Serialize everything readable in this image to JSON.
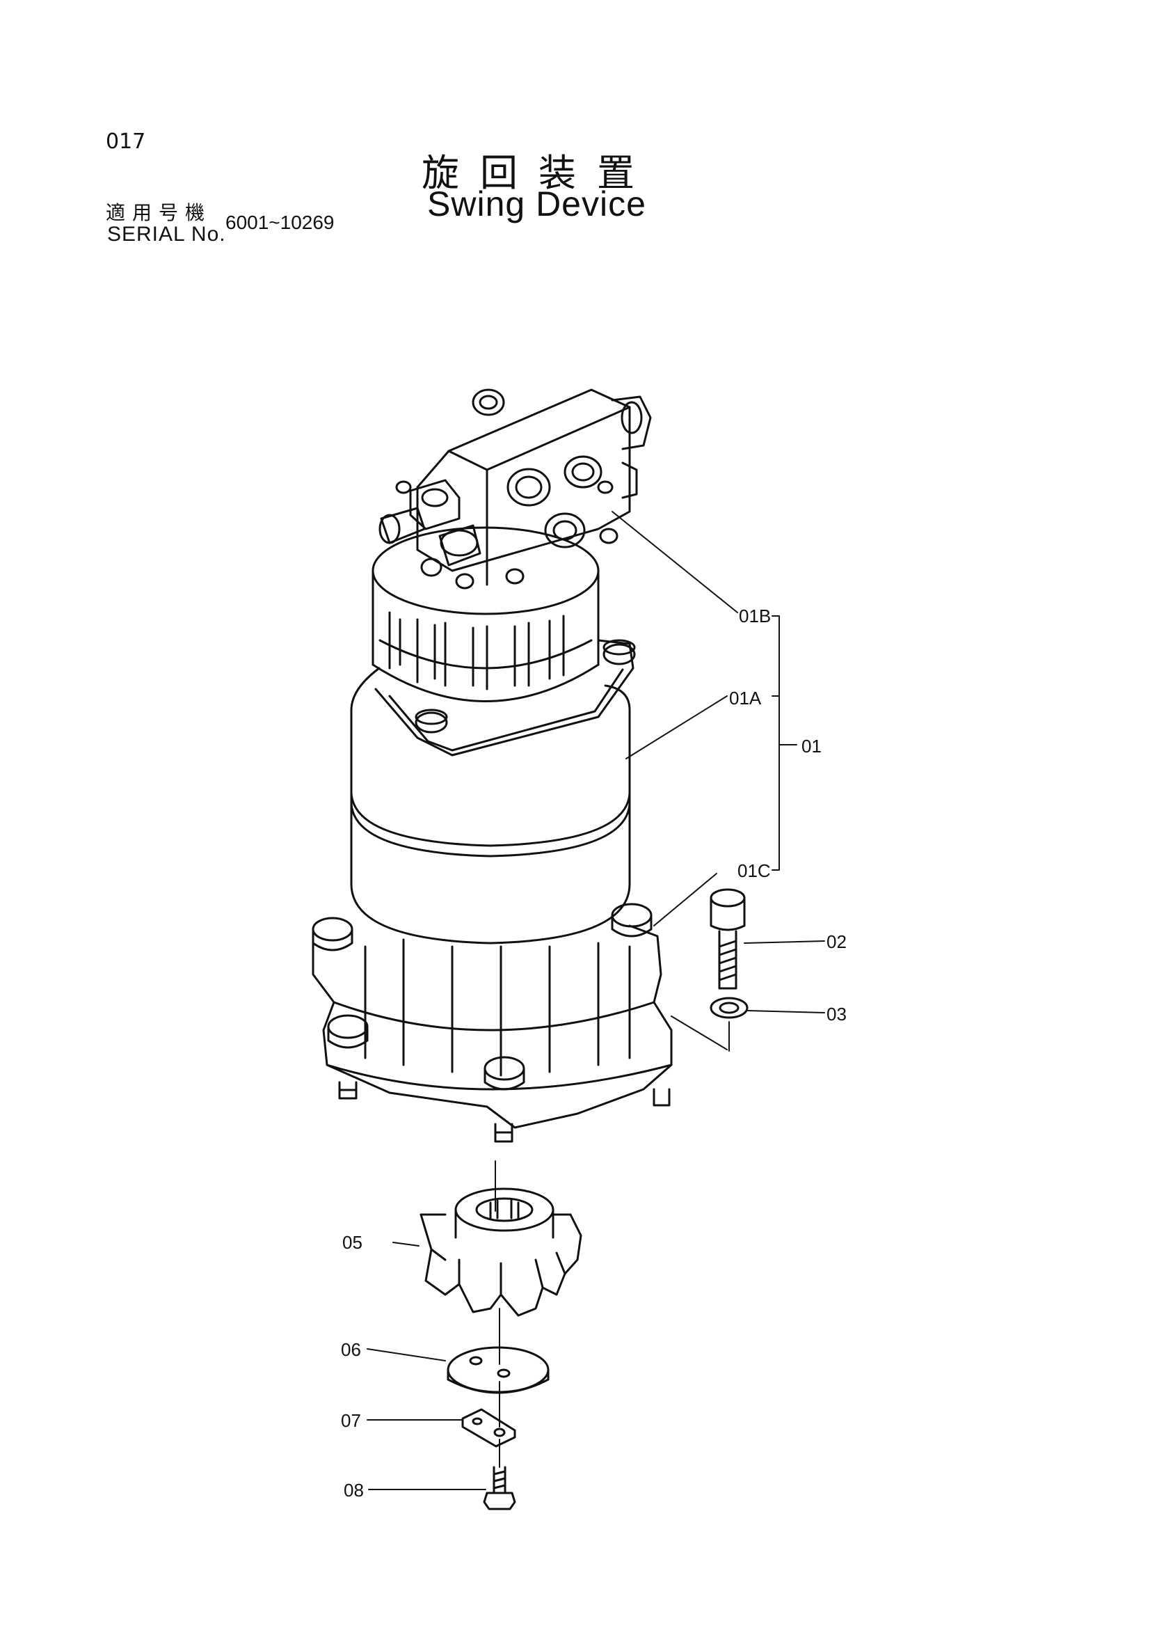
{
  "page_number": "017",
  "title": {
    "japanese": "旋回装置",
    "english": "Swing Device"
  },
  "serial": {
    "label_japanese": "適用号機",
    "label_english": "SERIAL No.",
    "range": "6001~10269"
  },
  "callouts": {
    "c01B": "01B",
    "c01A": "01A",
    "c01": "01",
    "c01C": "01C",
    "c02": "02",
    "c03": "03",
    "c05": "05",
    "c06": "06",
    "c07": "07",
    "c08": "08"
  }
}
